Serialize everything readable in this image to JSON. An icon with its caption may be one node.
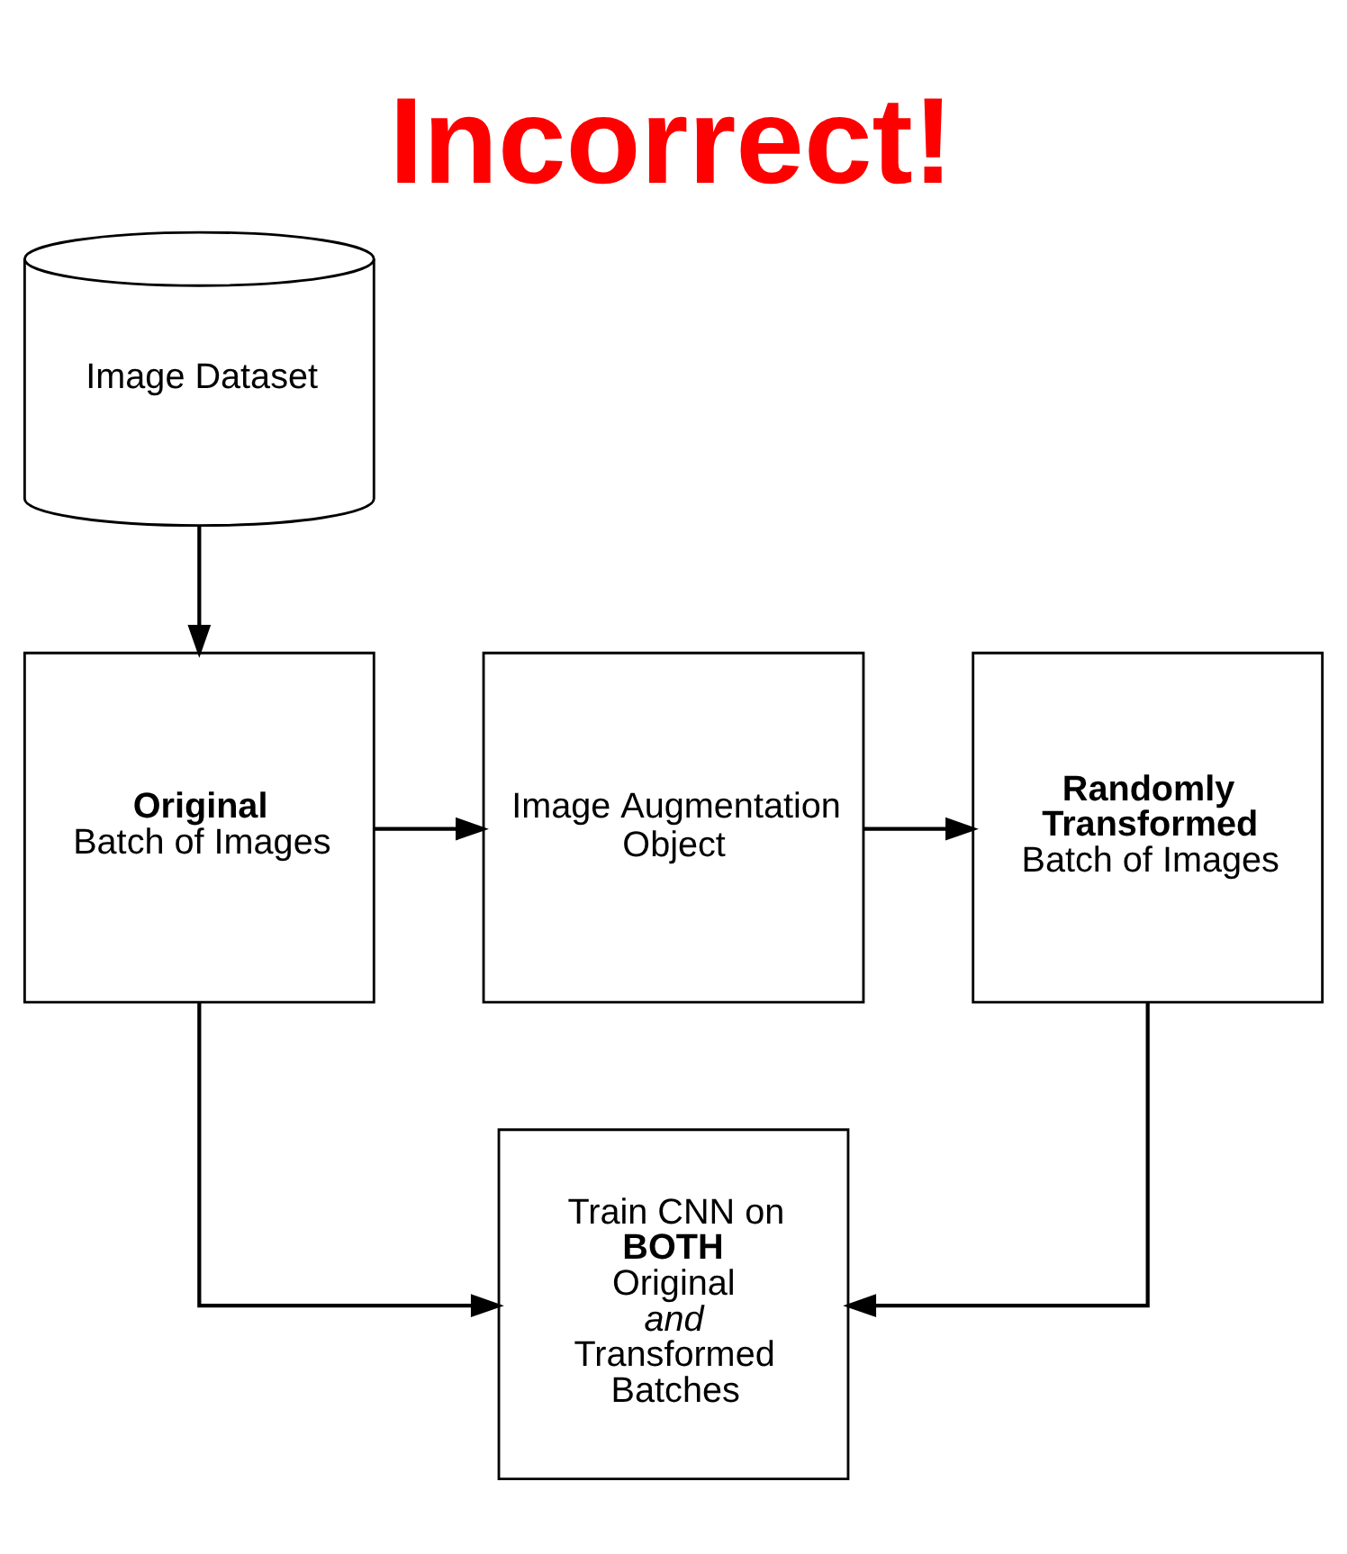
{
  "diagram": {
    "title": "Incorrect!",
    "nodes": [
      {
        "text": [
          "Image Dataset"
        ]
      },
      {
        "text": [
          "**Original** Batch of Images"
        ]
      },
      {
        "text": [
          "Image Augmentation Object"
        ]
      },
      {
        "text": [
          "**Randomly Transformed** Batch of Images"
        ]
      },
      {
        "text": [
          "Train CNN on **BOTH** Original *and* Transformed Batches"
        ]
      }
    ],
    "edges": [
      {
        "from": 0,
        "to": 1,
        "arrow": "to"
      },
      {
        "from": 1,
        "to": 2,
        "arrow": "to"
      },
      {
        "from": 2,
        "to": 3,
        "arrow": "to"
      },
      {
        "from": 1,
        "to": 4,
        "arrow": "to"
      },
      {
        "from": 3,
        "to": 4,
        "arrow": "to"
      }
    ]
  }
}
